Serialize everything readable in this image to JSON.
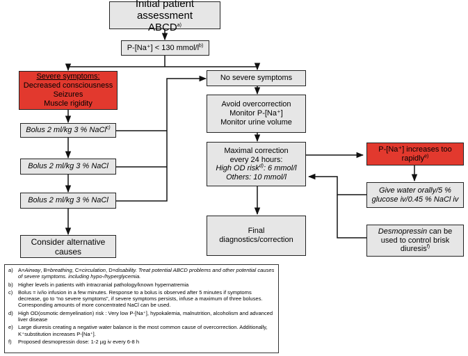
{
  "boxes": {
    "initial": {
      "line1": "Initial patient assessment",
      "line2": "ABCD",
      "sup": "a)"
    },
    "sodium": {
      "text": "P-[Na⁺] < 130 mmol/l",
      "sup": "b)"
    },
    "severe": {
      "title": "Severe symptoms:",
      "items": [
        "Decreased consciousness",
        "Seizures",
        "Muscle rigidity"
      ]
    },
    "bolus1": {
      "text": "Bolus 2 ml/kg 3 % NaCl",
      "sup": "c)"
    },
    "bolus2": {
      "text": "Bolus 2 ml/kg 3 % NaCl"
    },
    "bolus3": {
      "text": "Bolus 2 ml/kg 3 % NaCl"
    },
    "alternative": {
      "line1": "Consider alternative",
      "line2": "causes"
    },
    "no_severe": {
      "text": "No severe symptoms"
    },
    "avoid": {
      "line1": "Avoid overcorrection",
      "line2": "Monitor P-[Na⁺]",
      "line3": "Monitor urine volume"
    },
    "maximal": {
      "line1": "Maximal correction",
      "line2": "every 24 hours:",
      "line3a": "High OD risk",
      "line3sup": "d)",
      "line3b": ": 6 mmol/l",
      "line4": "Others: 10 mmol/l"
    },
    "final": {
      "line1": "Final",
      "line2": "diagnostics/correction"
    },
    "increase": {
      "line1": "P-[Na⁺] increases too",
      "line2": "rapidly",
      "sup": "e)"
    },
    "water": {
      "line1": "Give water orally/5 %",
      "line2": "glucose iv/0.45 % NaCl iv"
    },
    "desmo": {
      "line1a": "Desmopressin",
      "line1b": " can be",
      "line2": "used to control brisk",
      "line3": "diuresis",
      "sup": "f)"
    }
  },
  "notes": [
    {
      "key": "a)",
      "parts": [
        {
          "t": "A=",
          "i": false
        },
        {
          "t": "Airway",
          "i": true
        },
        {
          "t": ",  B=",
          "i": false
        },
        {
          "t": "breathing",
          "i": true
        },
        {
          "t": ", C=",
          "i": false
        },
        {
          "t": "circulation",
          "i": true
        },
        {
          "t": ", D=",
          "i": false
        },
        {
          "t": "disability. Treat potential ABCD problems and other potential causes of severe symptoms. including hypo-/hyperglycemia.",
          "i": true
        }
      ]
    },
    {
      "key": "b)",
      "text": "Higher levels in patients with intracranial pathology/known hypernatremia"
    },
    {
      "key": "c)",
      "text": "Bolus = iv/io infusion in a few minutes. Response to a bolus is observed after 5 minutes if symptoms decrease, go to “no severe symptoms”, if severe symptoms persists, infuse a maximum of three boluses. Corresponding amounts of more concentrated NaCl can be used."
    },
    {
      "key": "d)",
      "text": "High OD(osmotic demyelination) risk : Very low P-[Na⁺], hypokalemia, malnutrition, alcoholism and advanced liver disease"
    },
    {
      "key": "e)",
      "text": "Large diuresis creating a negative water balance is the most common cause of overcorrection. Additionally, K⁺substitution increases P-[Na⁺]."
    },
    {
      "key": "f)",
      "text": "Proposed desmopressin dose: 1-2 µg iv every 6-8 h"
    }
  ]
}
